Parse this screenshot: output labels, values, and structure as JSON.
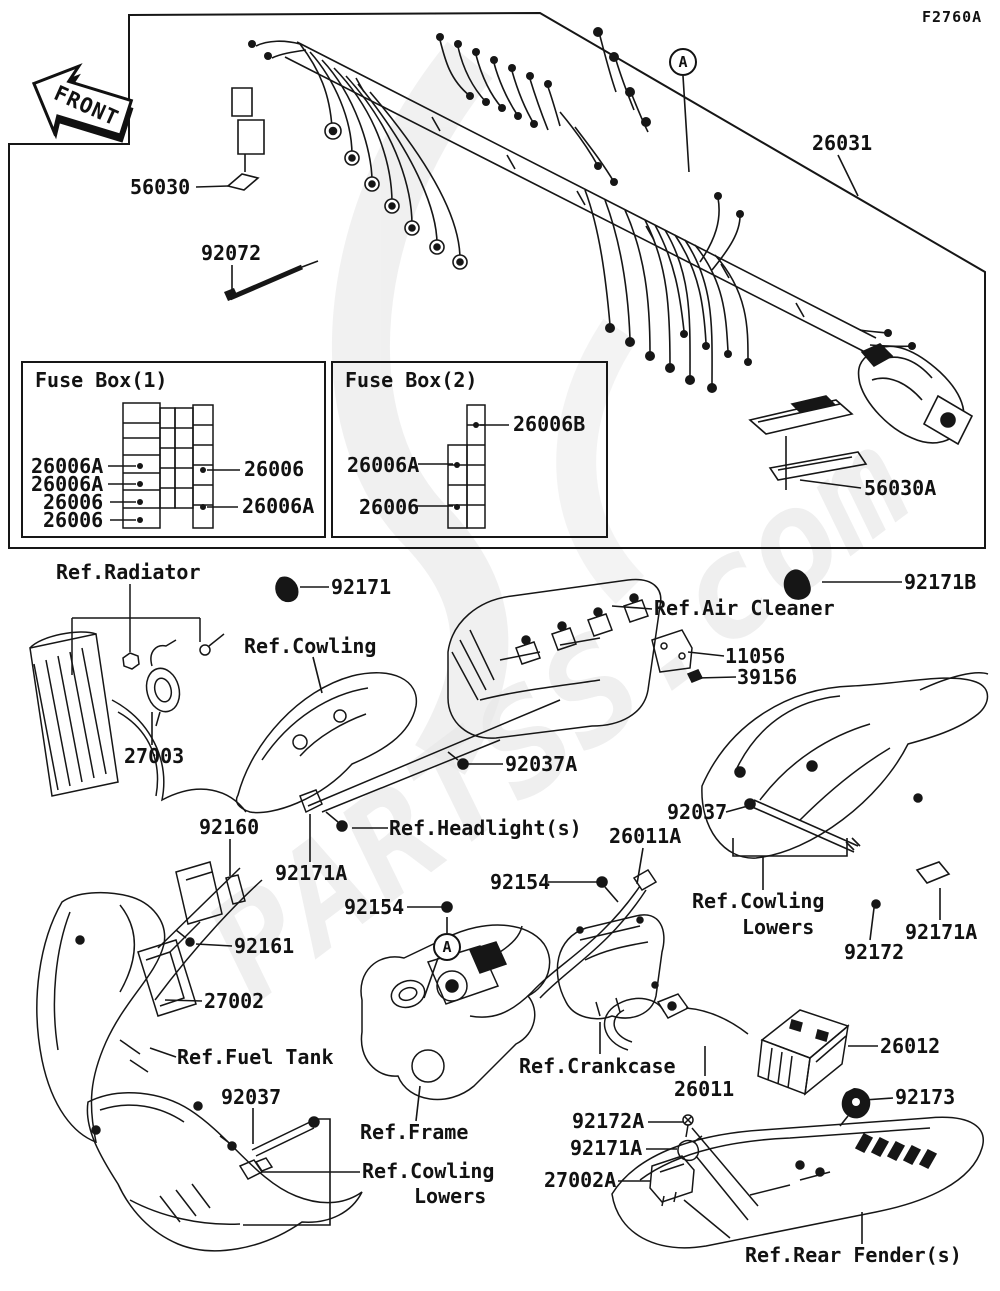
{
  "page": {
    "diagram_code": "F2760A",
    "watermark": "PARTSS.com"
  },
  "front_arrow": {
    "text": "FRONT"
  },
  "detail_marker": {
    "text": "A"
  },
  "fuse_box_1": {
    "title": "Fuse Box(1)",
    "left_rows": [
      {
        "text": "26006A"
      },
      {
        "text": "26006A"
      },
      {
        "text": "26006"
      },
      {
        "text": "26006"
      }
    ],
    "right_rows": [
      {
        "text": "26006"
      },
      {
        "text": "26006A"
      }
    ]
  },
  "fuse_box_2": {
    "title": "Fuse Box(2)",
    "top": {
      "text": "26006B"
    },
    "mid": {
      "text": "26006A"
    },
    "bottom": {
      "text": "26006"
    }
  },
  "parts": {
    "p26031": {
      "text": "26031"
    },
    "p56030": {
      "text": "56030"
    },
    "p56030A": {
      "text": "56030A"
    },
    "p92072": {
      "text": "92072"
    },
    "p92171": {
      "text": "92171"
    },
    "p92171B": {
      "text": "92171B"
    },
    "p11056": {
      "text": "11056"
    },
    "p39156": {
      "text": "39156"
    },
    "p27003": {
      "text": "27003"
    },
    "p92037A": {
      "text": "92037A"
    },
    "p92160": {
      "text": "92160"
    },
    "p92171A_headlight": {
      "text": "92171A"
    },
    "p26011A": {
      "text": "26011A"
    },
    "p92037_cowling": {
      "text": "92037"
    },
    "p92154_right": {
      "text": "92154"
    },
    "p92154_left": {
      "text": "92154"
    },
    "p92161": {
      "text": "92161"
    },
    "p92171A_right": {
      "text": "92171A"
    },
    "p92172": {
      "text": "92172"
    },
    "p27002": {
      "text": "27002"
    },
    "p26011": {
      "text": "26011"
    },
    "p26012": {
      "text": "26012"
    },
    "p92173": {
      "text": "92173"
    },
    "p92172A": {
      "text": "92172A"
    },
    "p92171A_rear": {
      "text": "92171A"
    },
    "p27002A": {
      "text": "27002A"
    },
    "p92037_front": {
      "text": "92037"
    }
  },
  "refs": {
    "radiator": {
      "text": "Ref.Radiator"
    },
    "cowling": {
      "text": "Ref.Cowling"
    },
    "air_cleaner": {
      "text": "Ref.Air Cleaner"
    },
    "headlight": {
      "text": "Ref.Headlight(s)"
    },
    "cowling_lowers_right": {
      "line1": "Ref.Cowling",
      "line2": "Lowers"
    },
    "fuel_tank": {
      "text": "Ref.Fuel Tank"
    },
    "crankcase": {
      "text": "Ref.Crankcase"
    },
    "frame": {
      "text": "Ref.Frame"
    },
    "cowling_lowers_front": {
      "line1": "Ref.Cowling",
      "line2": "Lowers"
    },
    "rear_fender": {
      "text": "Ref.Rear Fender(s)"
    }
  }
}
